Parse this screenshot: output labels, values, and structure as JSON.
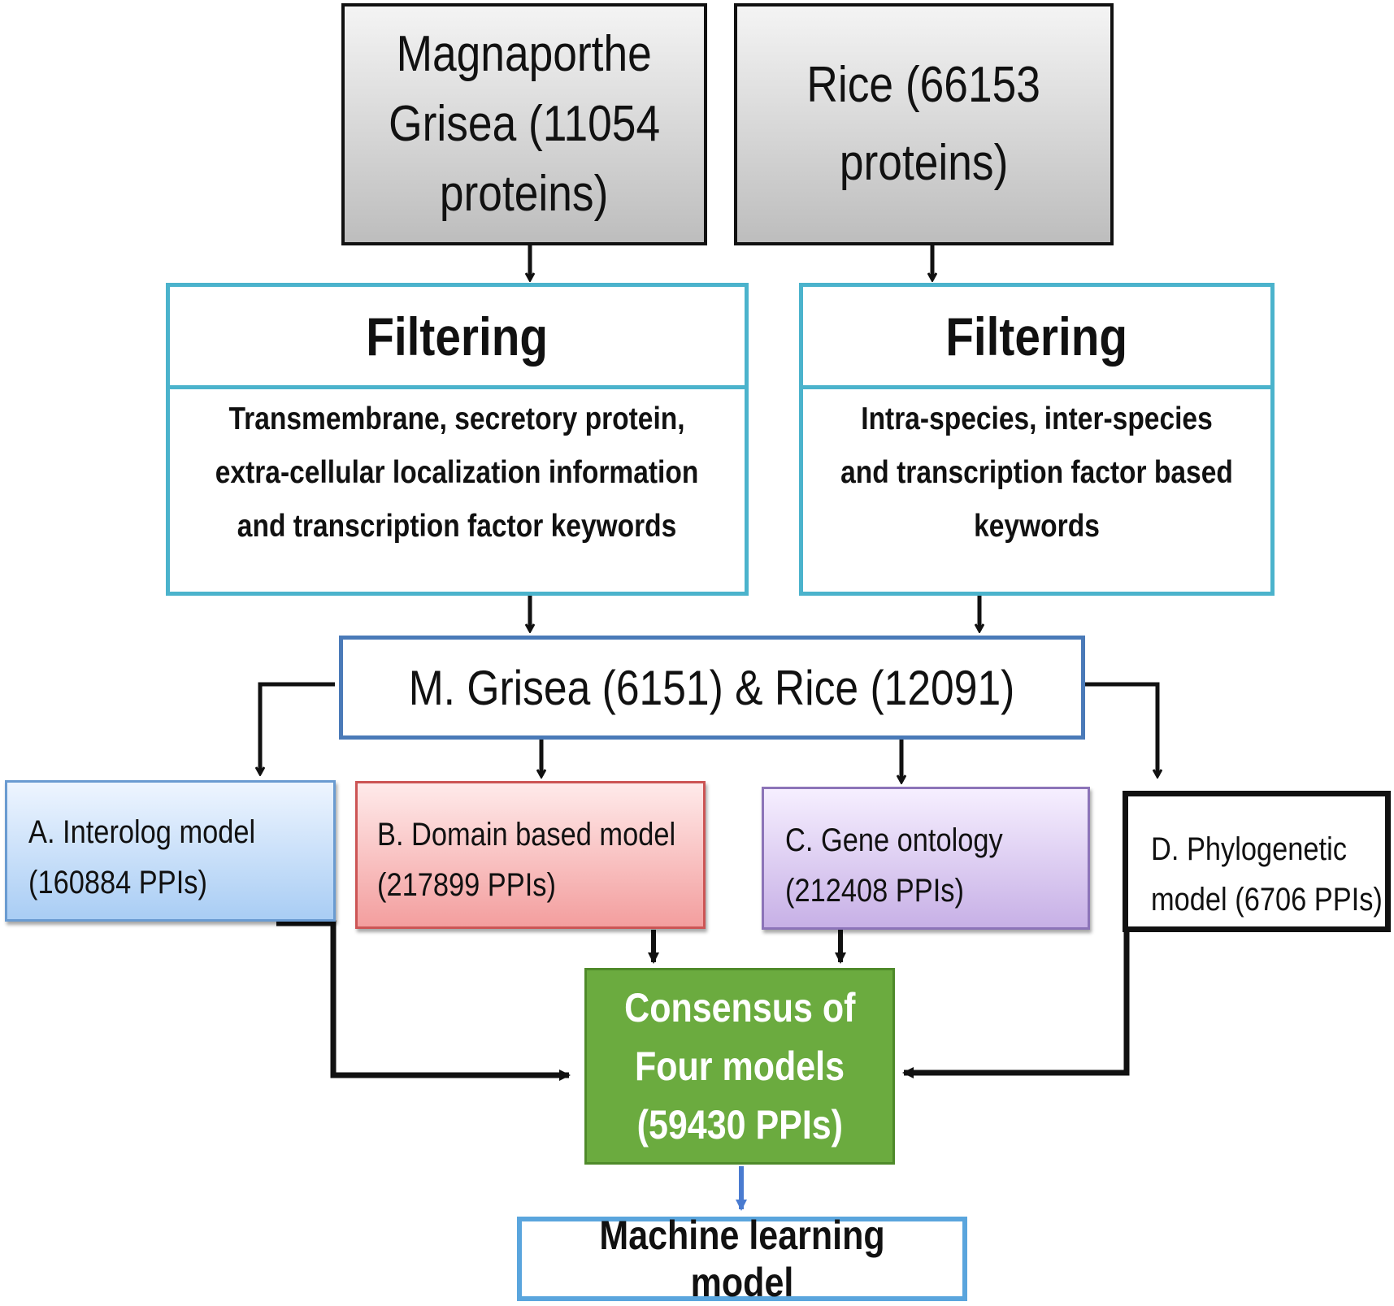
{
  "sources": {
    "magnaporthe": [
      "Magnaporthe",
      "Grisea (11054",
      "proteins)"
    ],
    "rice": [
      "Rice (66153",
      "proteins)"
    ]
  },
  "filters": {
    "left": {
      "title": "Filtering",
      "lines": [
        "Transmembrane, secretory protein,",
        "extra-cellular localization information",
        "and transcription factor keywords"
      ]
    },
    "right": {
      "title": "Filtering",
      "lines": [
        "Intra-species, inter-species",
        "and transcription factor based",
        "keywords"
      ]
    }
  },
  "merge": {
    "label": "M. Grisea (6151) & Rice (12091)"
  },
  "models": {
    "a": [
      "A. Interolog model",
      "(160884 PPIs)"
    ],
    "b": [
      "B. Domain based model",
      "(217899 PPIs)"
    ],
    "c": [
      "C. Gene ontology",
      "(212408 PPIs)"
    ],
    "d": [
      "D. Phylogenetic",
      "model (6706 PPIs)"
    ]
  },
  "consensus": [
    "Consensus of",
    "Four models",
    "(59430 PPIs)"
  ],
  "final": {
    "label": "Machine learning model"
  },
  "colors": {
    "filter_border": "#4bb3cc",
    "merge_border": "#4a7ab8",
    "model_a": "#a9cdf4",
    "model_b": "#f39e9e",
    "model_c": "#c7b0e6",
    "consensus_fill": "#6bab3f",
    "final_border": "#5aa5dd",
    "final_arrow": "#4a7bd0"
  }
}
